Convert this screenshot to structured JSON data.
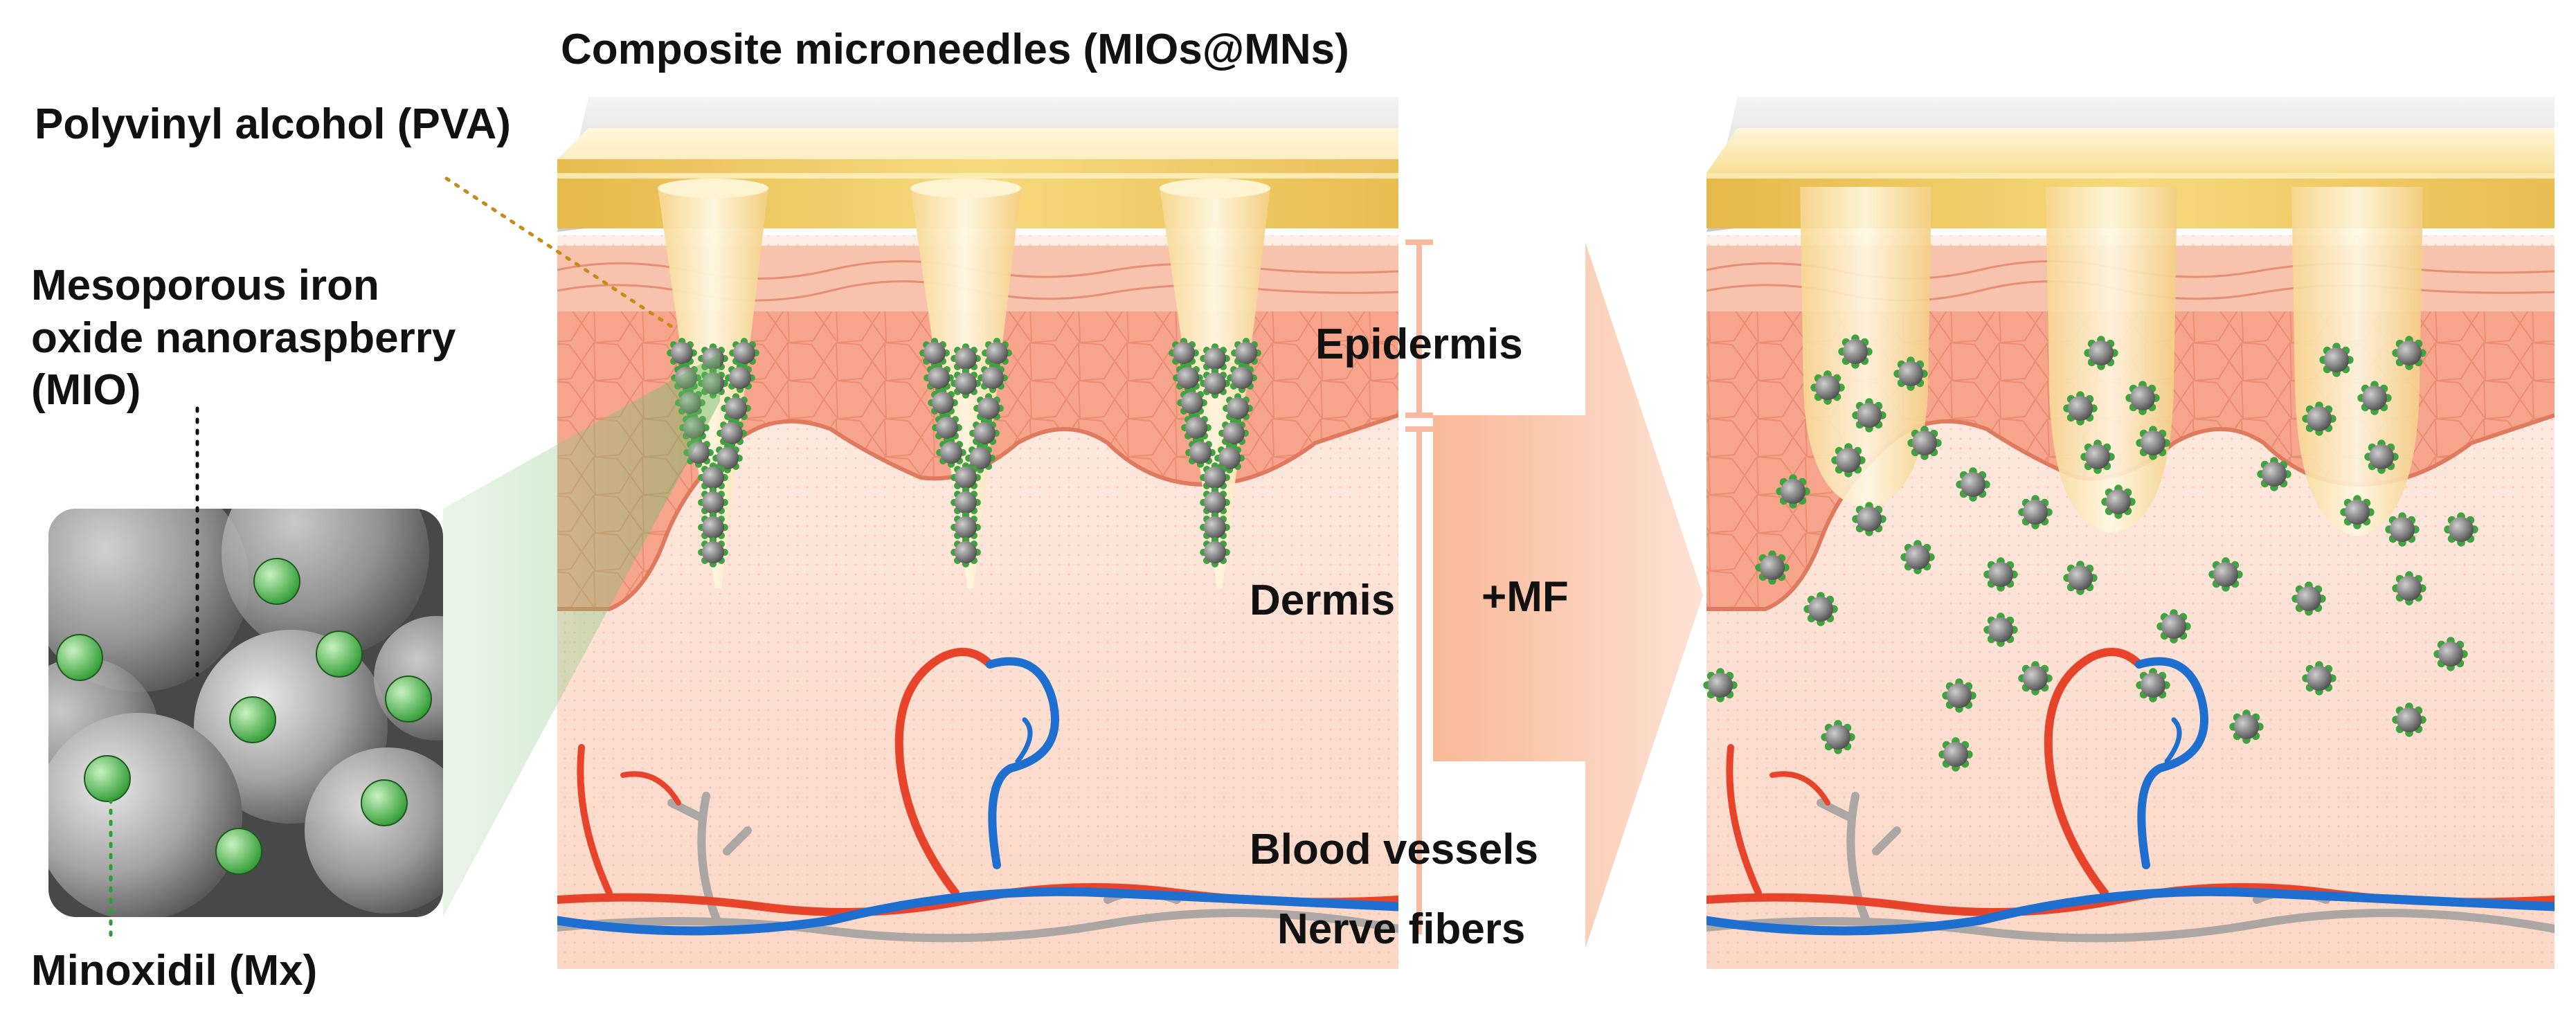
{
  "labels": {
    "title": "Composite microneedles (MIOs@MNs)",
    "pva": "Polyvinyl alcohol (PVA)",
    "mio_lines": [
      "Mesoporous iron",
      "oxide nanoraspberry",
      "(MIO)"
    ],
    "minoxidil": "Minoxidil (Mx)",
    "epidermis": "Epidermis",
    "dermis": "Dermis",
    "magnetic_field": "+MF",
    "blood_vessels": "Blood vessels",
    "nerve_fibers": "Nerve fibers"
  },
  "colors": {
    "patch_top": "#f3d58a",
    "needle": "#fbe6b0",
    "epidermis": "#f6a58c",
    "dermis": "#fde6dc",
    "artery": "#e8442c",
    "vein": "#1f6fd1",
    "nerve": "#9e9e9e",
    "particle_core": "#7d7d7d",
    "particle_shell": "#3fa33f",
    "arrow": "#f9c1a4",
    "sem_bg": "#4a4a4a"
  }
}
